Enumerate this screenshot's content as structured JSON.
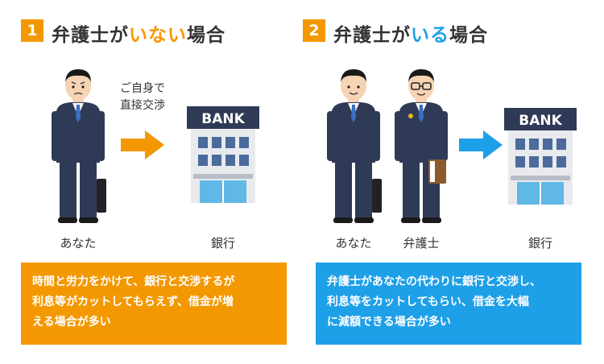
{
  "colors": {
    "orange": "#f39800",
    "blue": "#1ea0e8",
    "suit": "#2f3a56",
    "building": "#e8eaee"
  },
  "section1": {
    "number": "1",
    "title_prefix": "弁護士が",
    "title_highlight": "いない",
    "title_suffix": "場合",
    "note_line1": "ご自身で",
    "note_line2": "直接交渉",
    "person_label": "あなた",
    "bank_label": "銀行",
    "bank_sign": "BANK",
    "description_line1": "時間と労力をかけて、銀行と交渉するが",
    "description_line2": "利息等がカットしてもらえず、借金が増",
    "description_line3": "える場合が多い"
  },
  "section2": {
    "number": "2",
    "title_prefix": "弁護士が",
    "title_highlight": "いる",
    "title_suffix": "場合",
    "person_label": "あなた",
    "lawyer_label": "弁護士",
    "bank_label": "銀行",
    "bank_sign": "BANK",
    "description_line1": "弁護士があなたの代わりに銀行と交渉し、",
    "description_line2": "利息等をカットしてもらい、借金を大幅",
    "description_line3": "に減額できる場合が多い"
  }
}
